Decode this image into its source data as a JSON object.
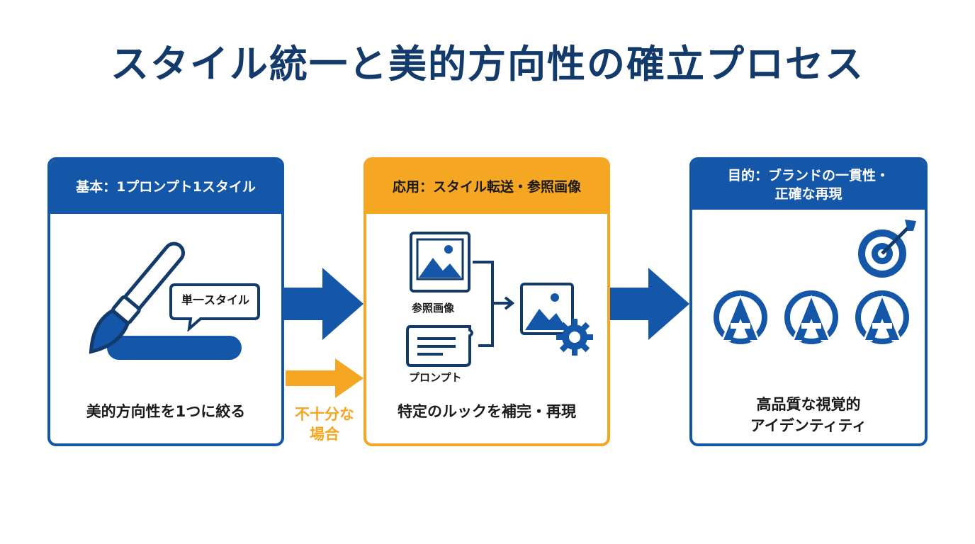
{
  "title": "スタイル統一と美的方向性の確立プロセス",
  "colors": {
    "primary": "#1456a8",
    "accent": "#f5a623",
    "title": "#123a6b"
  },
  "step1": {
    "header": "基本：1プロンプト1スタイル",
    "bubble": "単一スタイル",
    "caption": "美的方向性を1つに絞る",
    "icons": [
      "paintbrush-icon",
      "speech-bubble-icon"
    ]
  },
  "fallback": {
    "label_line1": "不十分な",
    "label_line2": "場合"
  },
  "step2": {
    "header": "応用：スタイル転送・参照画像",
    "ref_label": "参照画像",
    "prompt_label": "プロンプト",
    "caption": "特定のルックを補完・再現",
    "icons": [
      "reference-image-icon",
      "prompt-bubble-icon",
      "output-image-icon",
      "gear-icon"
    ]
  },
  "step3": {
    "header_line1": "目的：ブランドの一貫性・",
    "header_line2": "正確な再現",
    "caption_line1": "高品質な視覚的",
    "caption_line2": "アイデンティティ",
    "icons": [
      "target-icon",
      "logo-a-icon"
    ]
  }
}
